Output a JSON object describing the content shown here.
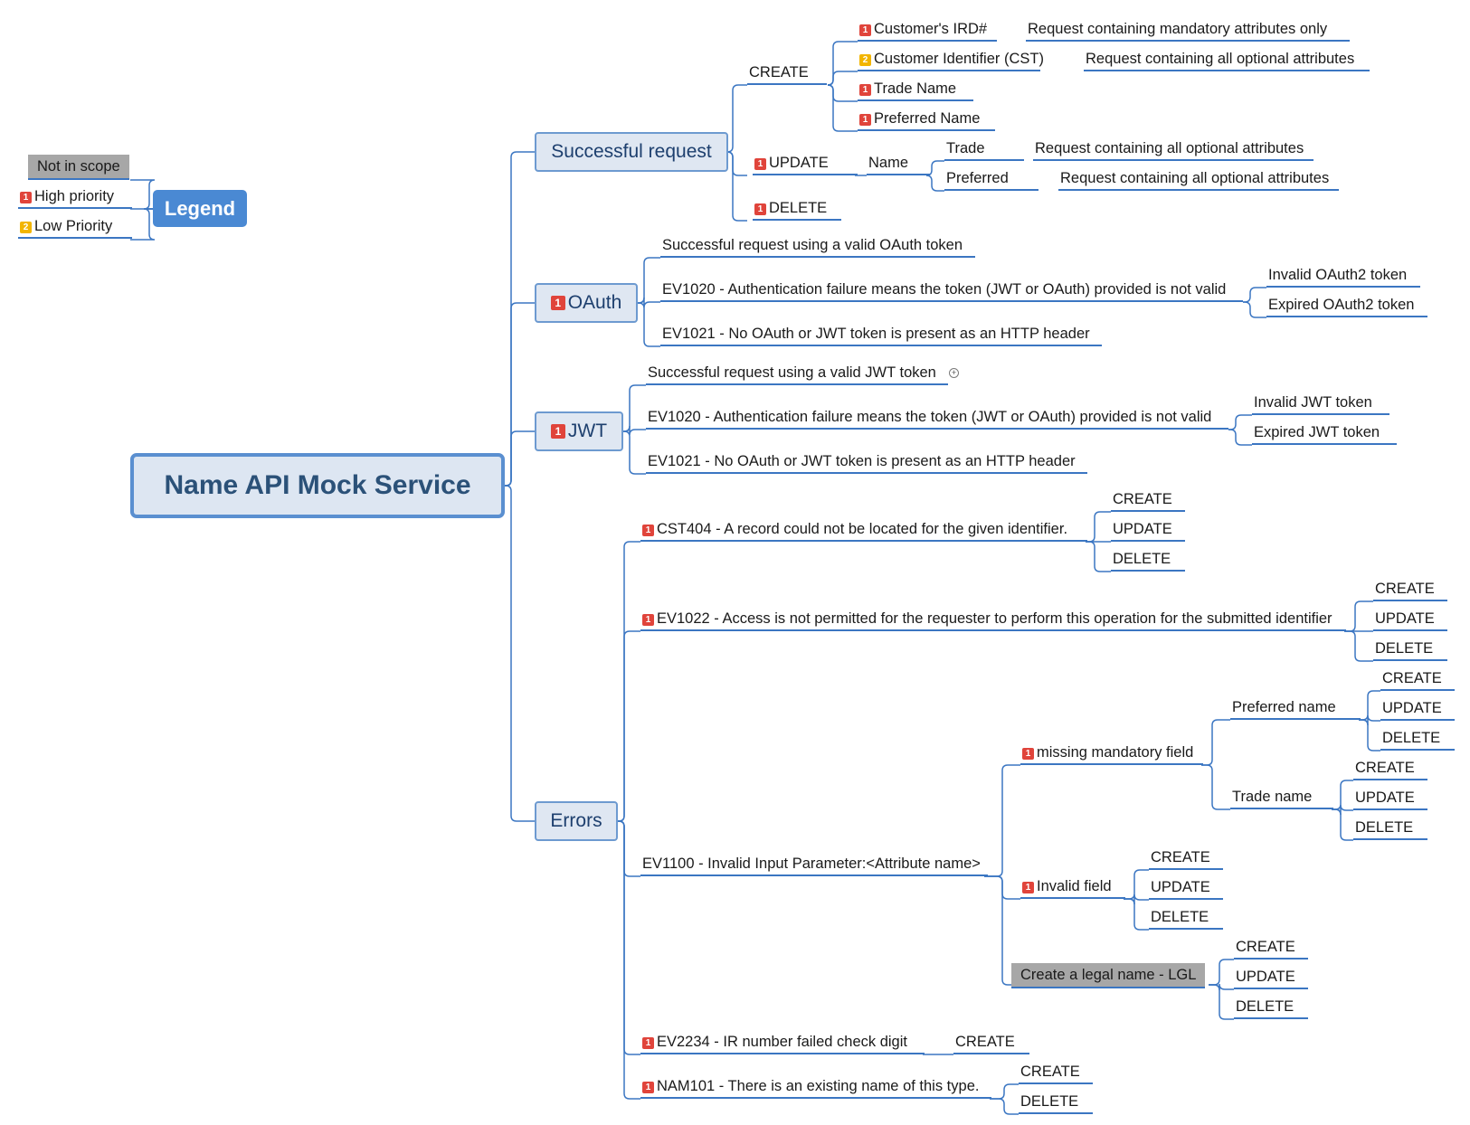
{
  "root": "Name API Mock Service",
  "legend": {
    "title": "Legend",
    "not_in_scope": "Not in scope",
    "high_priority": "High priority",
    "low_priority": "Low Priority",
    "high_badge": "1",
    "low_badge": "2"
  },
  "successful_request": {
    "label": "Successful request",
    "create": {
      "label": "CREATE",
      "customer_ird": "Customer's IRD#",
      "customer_ird_note": "Request containing mandatory attributes only",
      "customer_identifier": "Customer Identifier (CST)",
      "customer_identifier_note": "Request containing all optional attributes",
      "trade_name": "Trade Name",
      "preferred_name": "Preferred Name"
    },
    "update": {
      "label": "UPDATE",
      "name": "Name",
      "trade": "Trade",
      "trade_note": "Request containing all optional attributes",
      "preferred": "Preferred",
      "preferred_note": "Request containing all optional attributes"
    },
    "delete": "DELETE"
  },
  "oauth": {
    "label": "OAuth",
    "success": "Successful request using a valid OAuth token",
    "ev1020": "EV1020 - Authentication failure means the token (JWT or OAuth) provided is not valid",
    "invalid": "Invalid OAuth2 token",
    "expired": "Expired OAuth2 token",
    "ev1021": "EV1021 - No OAuth or JWT token is present as an HTTP header"
  },
  "jwt": {
    "label": "JWT",
    "success": "Successful request using a valid JWT token",
    "ev1020": "EV1020 - Authentication failure means the token (JWT or OAuth) provided is not valid",
    "invalid": "Invalid JWT token",
    "expired": "Expired JWT token",
    "ev1021": "EV1021 - No OAuth or JWT token is present as an HTTP header"
  },
  "errors": {
    "label": "Errors",
    "cst404": "CST404 - A record could not be located for the given identifier.",
    "ev1022": "EV1022 - Access is not permitted for the requester to perform this operation for the submitted identifier",
    "ev1100": "EV1100 - Invalid Input Parameter:<Attribute name>",
    "missing_mandatory": "missing mandatory field",
    "preferred_name": "Preferred name",
    "trade_name": "Trade name",
    "invalid_field": "Invalid field",
    "legal_name": "Create a legal name - LGL",
    "ev2234": "EV2234 - IR number failed check digit",
    "nam101": "NAM101 - There is an existing name of this type."
  },
  "ops": {
    "create": "CREATE",
    "update": "UPDATE",
    "delete": "DELETE"
  },
  "colors": {
    "line": "#3b76c2",
    "priority_high": "#e0443b",
    "priority_low": "#f2b500",
    "not_in_scope": "#a7a7a7",
    "legend": "#4a89d3"
  }
}
